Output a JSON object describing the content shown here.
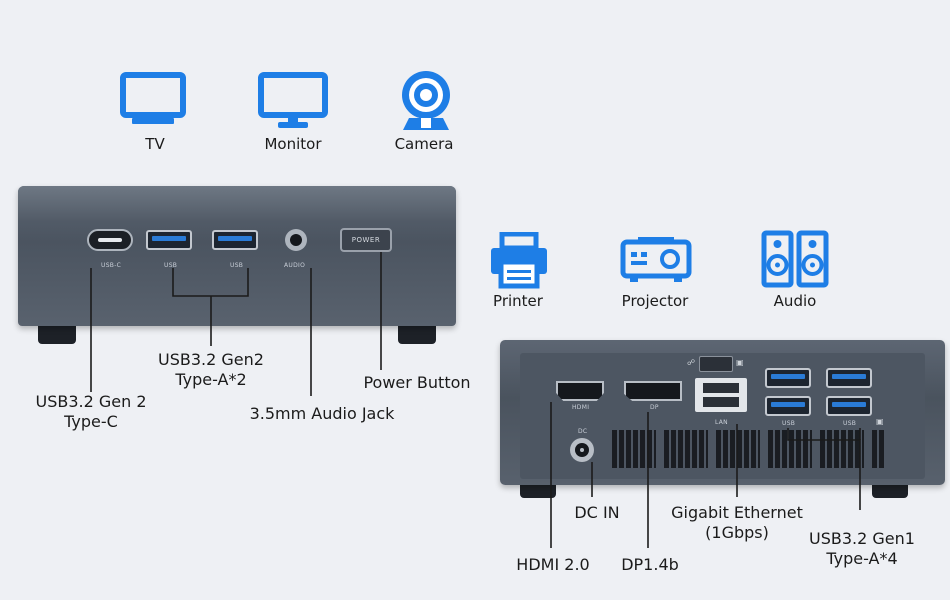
{
  "top_icons": [
    {
      "name": "tv-icon",
      "label": "TV"
    },
    {
      "name": "monitor-icon",
      "label": "Monitor"
    },
    {
      "name": "camera-icon",
      "label": "Camera"
    }
  ],
  "right_icons": [
    {
      "name": "printer-icon",
      "label": "Printer"
    },
    {
      "name": "projector-icon",
      "label": "Projector"
    },
    {
      "name": "audio-icon",
      "label": "Audio"
    }
  ],
  "front_ports": {
    "usbc": "USB-C",
    "usb1": "USB",
    "usb2": "USB",
    "audio": "AUDIO",
    "power": "POWER"
  },
  "back_ports": {
    "hdmi": "HDMI",
    "dp": "DP",
    "lan": "LAN",
    "usb1": "USB",
    "usb2": "USB",
    "dc": "DC"
  },
  "callouts": {
    "usb32_gen2_c_line1": "USB3.2 Gen 2",
    "usb32_gen2_c_line2": "Type-C",
    "usb32_gen2_a_line1": "USB3.2 Gen2",
    "usb32_gen2_a_line2": "Type-A*2",
    "audio_jack": "3.5mm Audio Jack",
    "power_button": "Power Button",
    "dc_in": "DC IN",
    "hdmi": "HDMI 2.0",
    "dp": "DP1.4b",
    "ethernet_line1": "Gigabit Ethernet",
    "ethernet_line2": "(1Gbps)",
    "usb32_gen1_line1": "USB3.2 Gen1",
    "usb32_gen1_line2": "Type-A*4"
  },
  "colors": {
    "icon_blue": "#1e7ee6",
    "background": "#eef0f4",
    "device_gray": "#525b67"
  }
}
